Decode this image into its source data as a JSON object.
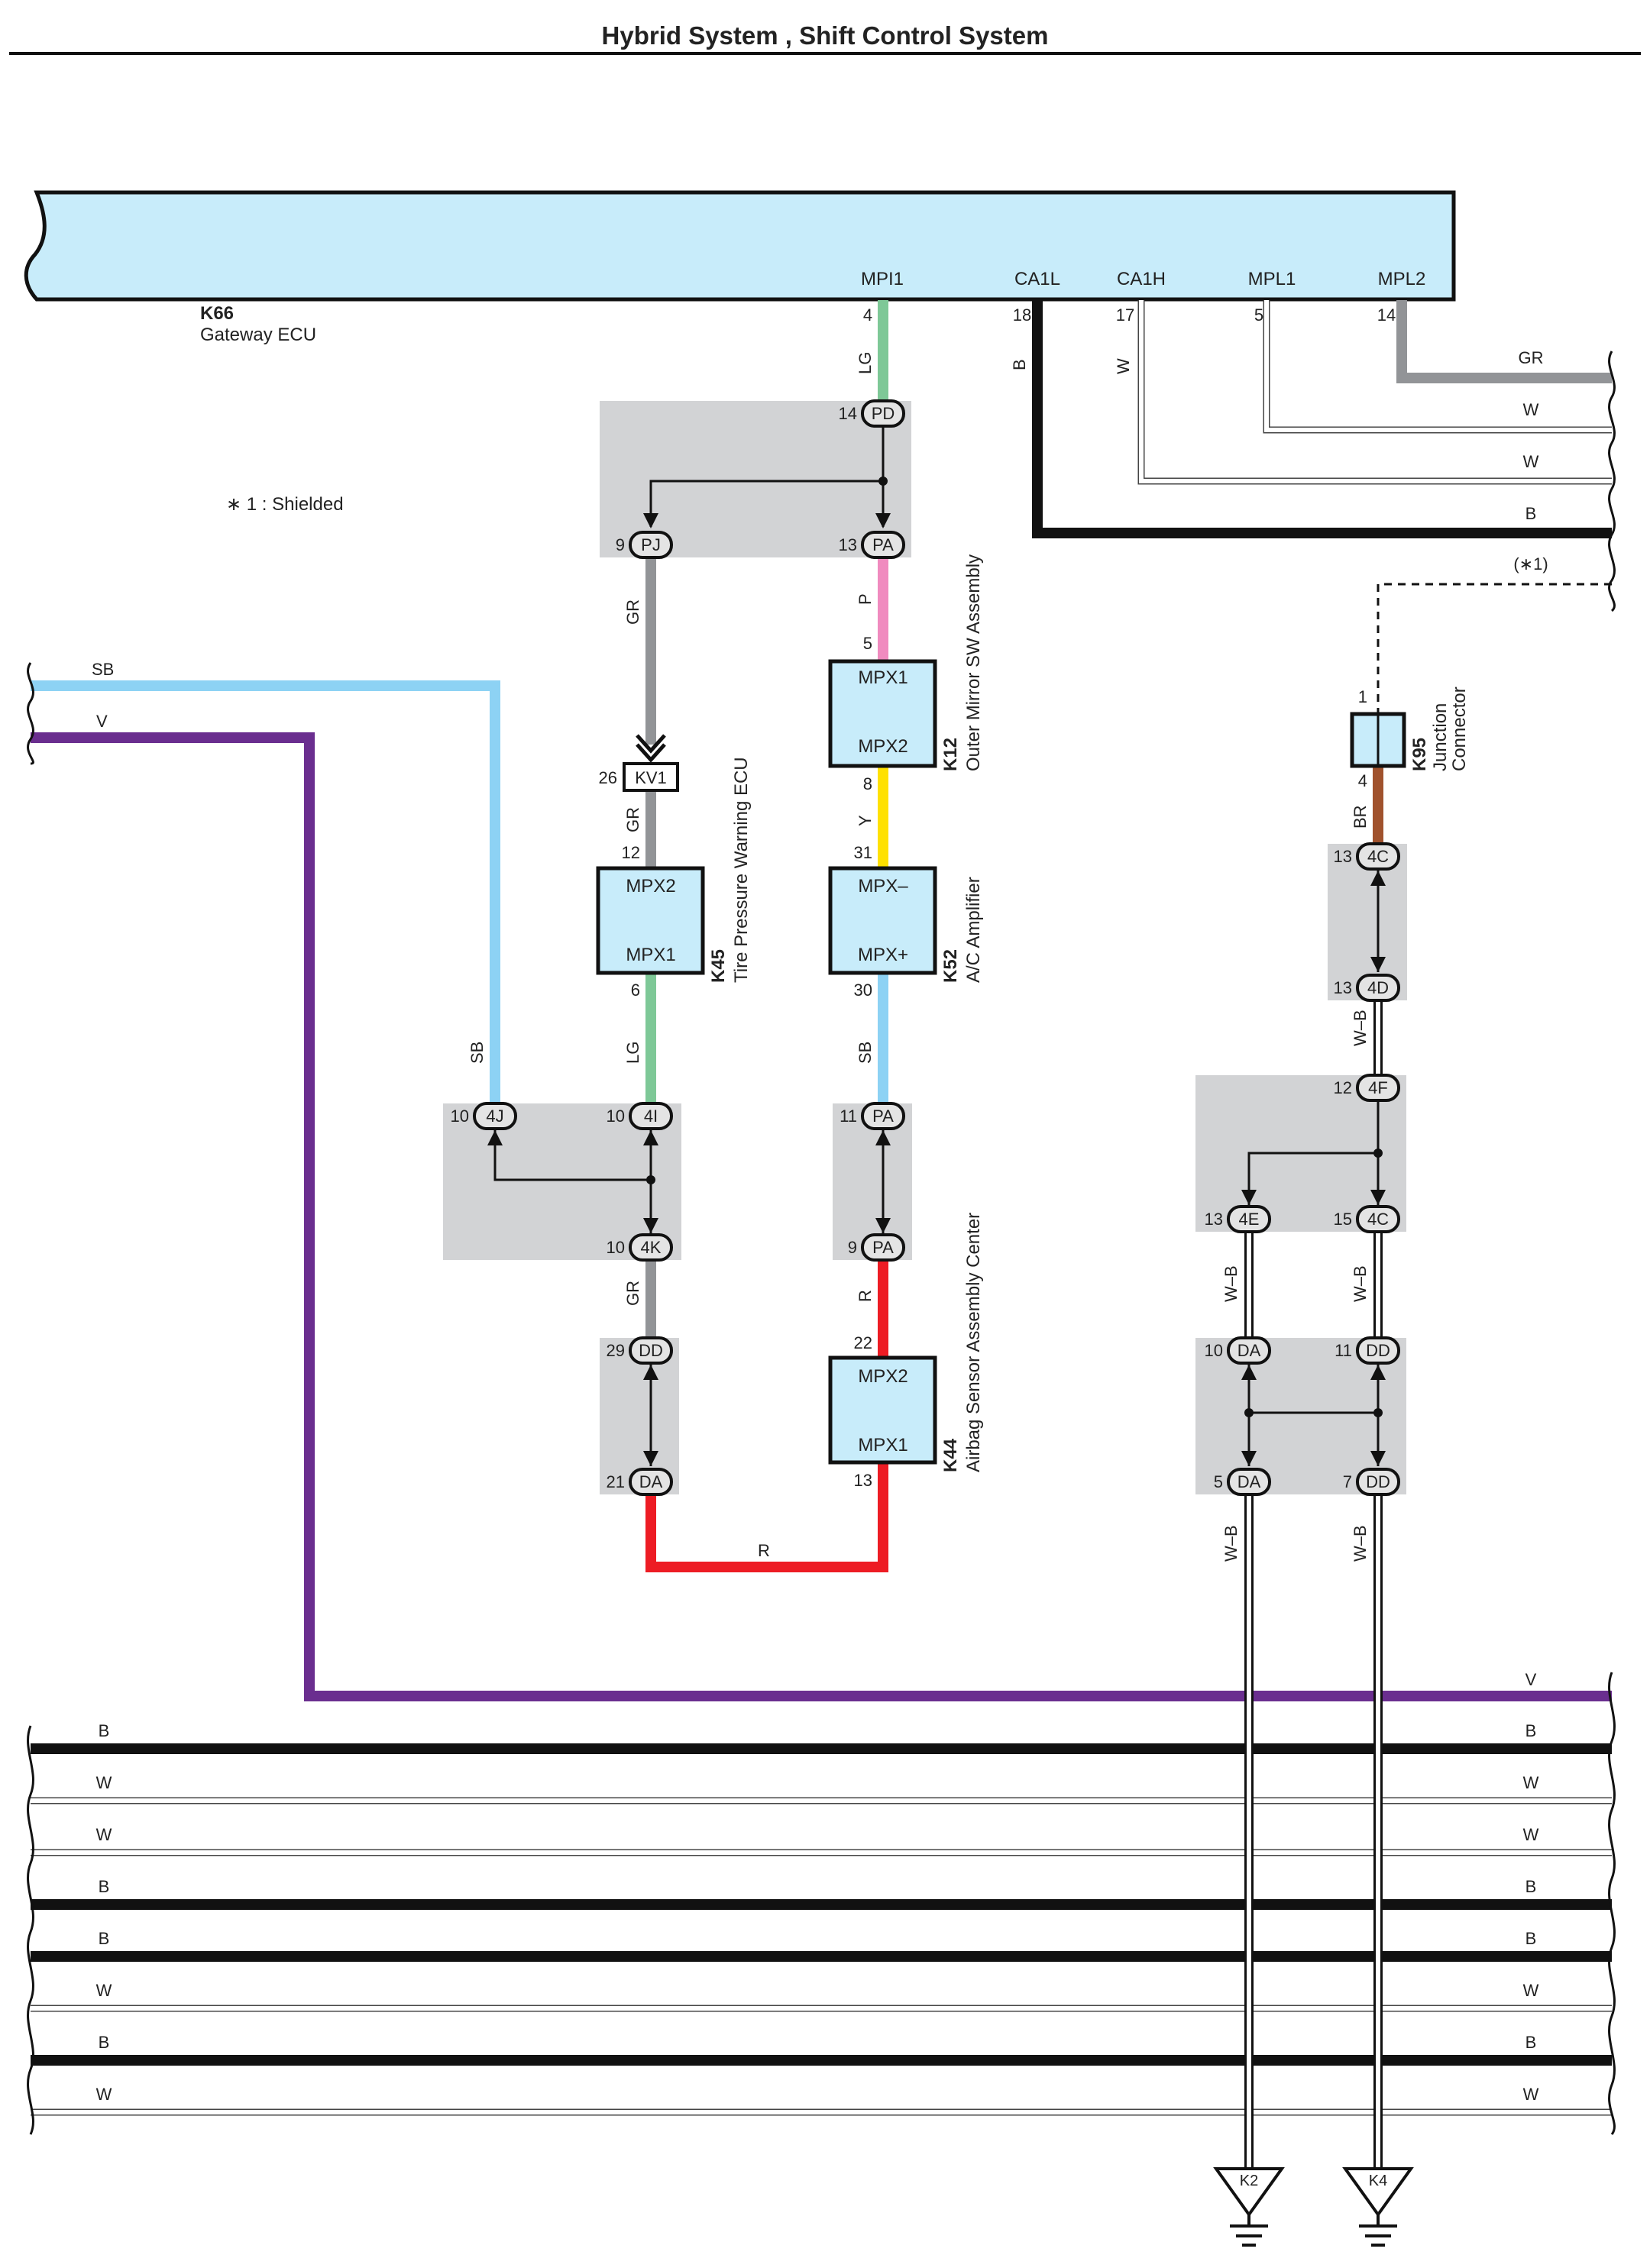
{
  "title": "Hybrid System , Shift Control System",
  "shield_note": "∗ 1 : Shielded",
  "shield_ref": "(∗1)",
  "colors": {
    "ecu_fill": "#c8ecfa",
    "splice_fill": "#d2d3d5",
    "wire_LG": "#7ec897",
    "wire_GR": "#929497",
    "wire_P": "#f08bbf",
    "wire_Y": "#ffe100",
    "wire_SB": "#8dd2f4",
    "wire_R": "#ed1c24",
    "wire_B": "#111111",
    "wire_V": "#6a2e8f",
    "wire_BR": "#a0522d",
    "wire_W": "#ffffff"
  },
  "gateway": {
    "code": "K66",
    "name": "Gateway ECU",
    "terminals": [
      {
        "name": "MPI1",
        "pin": "4",
        "wire": "LG"
      },
      {
        "name": "CA1L",
        "pin": "18",
        "wire": "B"
      },
      {
        "name": "CA1H",
        "pin": "17",
        "wire": "W"
      },
      {
        "name": "MPL1",
        "pin": "5",
        "wire": ""
      },
      {
        "name": "MPL2",
        "pin": "14",
        "wire": ""
      }
    ]
  },
  "right_wires": [
    "GR",
    "W",
    "W",
    "B"
  ],
  "components": [
    {
      "code": "K12",
      "name": "Outer Mirror SW Assembly",
      "top": "MPX1",
      "bottom": "MPX2",
      "pin_top": "5",
      "pin_bottom": "8"
    },
    {
      "code": "K52",
      "name": "A/C Amplifier",
      "top": "MPX–",
      "bottom": "MPX+",
      "pin_top": "31",
      "pin_bottom": "30"
    },
    {
      "code": "K45",
      "name": "Tire Pressure Warning ECU",
      "top": "MPX2",
      "bottom": "MPX1",
      "pin_top": "12",
      "pin_bottom": "6"
    },
    {
      "code": "K44",
      "name": "Airbag Sensor Assembly Center",
      "top": "MPX2",
      "bottom": "MPX1",
      "pin_top": "22",
      "pin_bottom": "13"
    },
    {
      "code": "K95",
      "name1": "Junction",
      "name2": "Connector",
      "pin_top": "1",
      "pin_bottom": "4"
    }
  ],
  "connectors": [
    {
      "pin": "14",
      "code": "PD"
    },
    {
      "pin": "9",
      "code": "PJ"
    },
    {
      "pin": "13",
      "code": "PA"
    },
    {
      "pin": "26",
      "code": "KV1"
    },
    {
      "pin": "10",
      "code": "4J"
    },
    {
      "pin": "10",
      "code": "4I"
    },
    {
      "pin": "10",
      "code": "4K"
    },
    {
      "pin": "11",
      "code": "PA"
    },
    {
      "pin": "9",
      "code": "PA"
    },
    {
      "pin": "29",
      "code": "DD"
    },
    {
      "pin": "21",
      "code": "DA"
    },
    {
      "pin": "13",
      "code": "4C"
    },
    {
      "pin": "13",
      "code": "4D"
    },
    {
      "pin": "12",
      "code": "4F"
    },
    {
      "pin": "13",
      "code": "4E"
    },
    {
      "pin": "15",
      "code": "4C"
    },
    {
      "pin": "10",
      "code": "DA"
    },
    {
      "pin": "11",
      "code": "DD"
    },
    {
      "pin": "5",
      "code": "DA"
    },
    {
      "pin": "7",
      "code": "DD"
    }
  ],
  "wire_labels": {
    "lg": "LG",
    "gr": "GR",
    "p": "P",
    "y": "Y",
    "sb": "SB",
    "r": "R",
    "b": "B",
    "w": "W",
    "v": "V",
    "br": "BR",
    "wb": "W–B"
  },
  "bottom_bus": [
    "B",
    "W",
    "W",
    "B",
    "B",
    "W",
    "B",
    "W"
  ],
  "grounds": [
    "K2",
    "K4"
  ]
}
